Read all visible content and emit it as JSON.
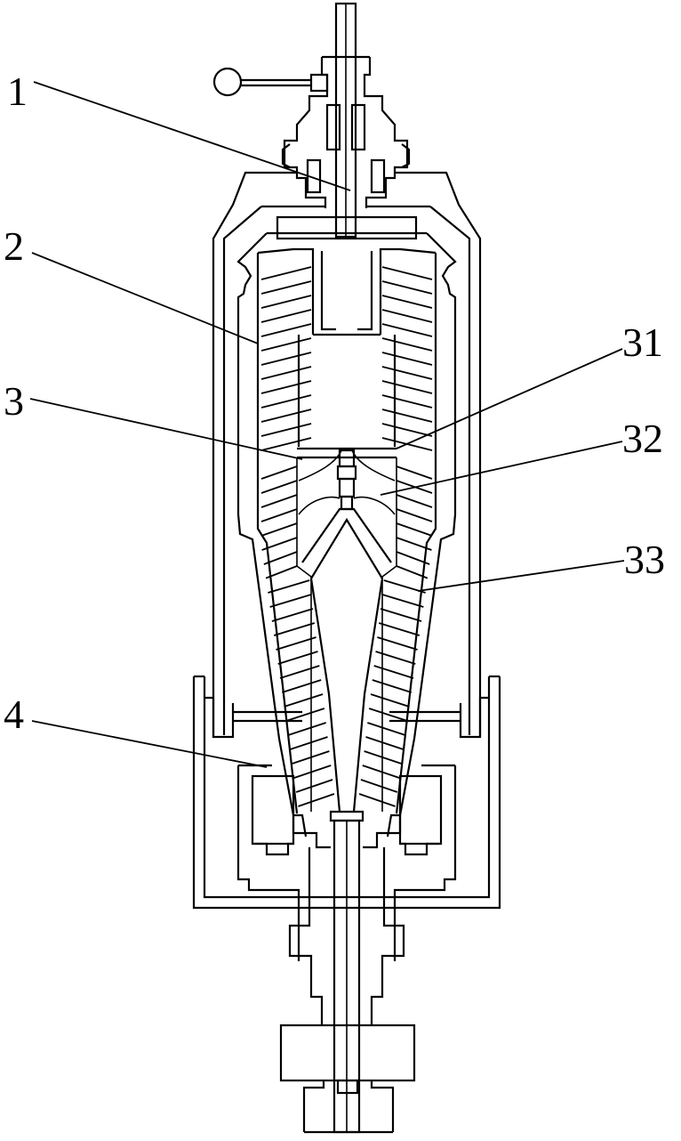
{
  "labels": {
    "l1": "1",
    "l2": "2",
    "l3": "3",
    "l31": "31",
    "l32": "32",
    "l33": "33",
    "l4": "4"
  }
}
